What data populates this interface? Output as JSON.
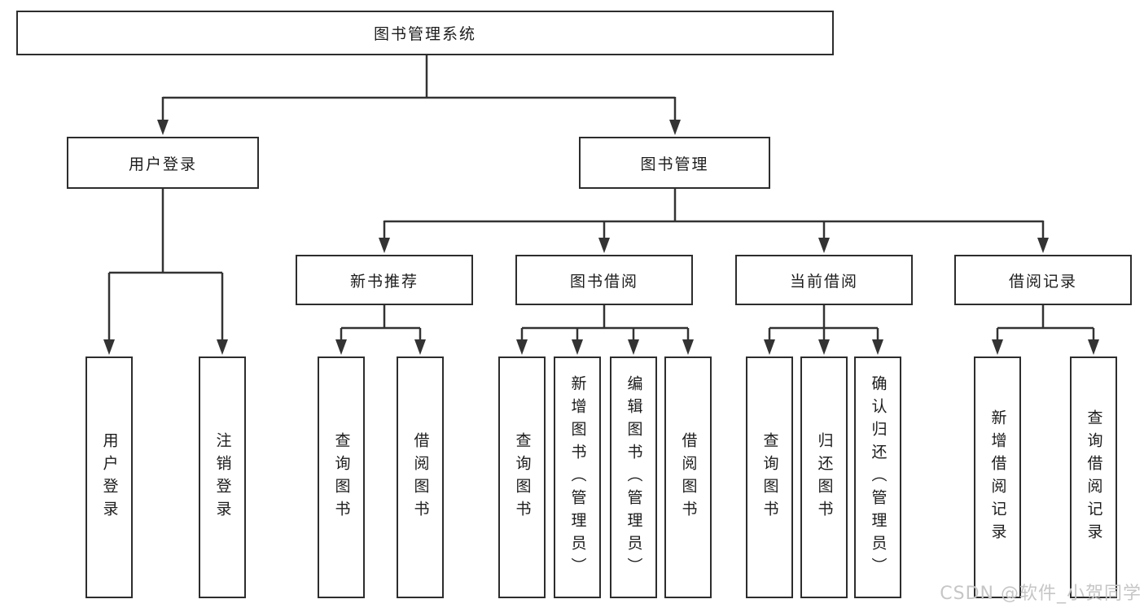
{
  "diagram": {
    "root": {
      "label": "图书管理系统"
    },
    "level2": [
      {
        "label": "用户登录",
        "children": [
          "用户登录",
          "注销登录"
        ]
      },
      {
        "label": "图书管理"
      }
    ],
    "level3": [
      {
        "label": "新书推荐",
        "children": [
          "查询图书",
          "借阅图书"
        ]
      },
      {
        "label": "图书借阅",
        "children": [
          "查询图书",
          "新增图书（管理员）",
          "编辑图书（管理员）",
          "借阅图书"
        ]
      },
      {
        "label": "当前借阅",
        "children": [
          "查询图书",
          "归还图书",
          "确认归还（管理员）"
        ]
      },
      {
        "label": "借阅记录",
        "children": [
          "新增借阅记录",
          "查询借阅记录"
        ]
      }
    ]
  },
  "watermark": {
    "text": "CSDN @软件_小贺同学"
  }
}
